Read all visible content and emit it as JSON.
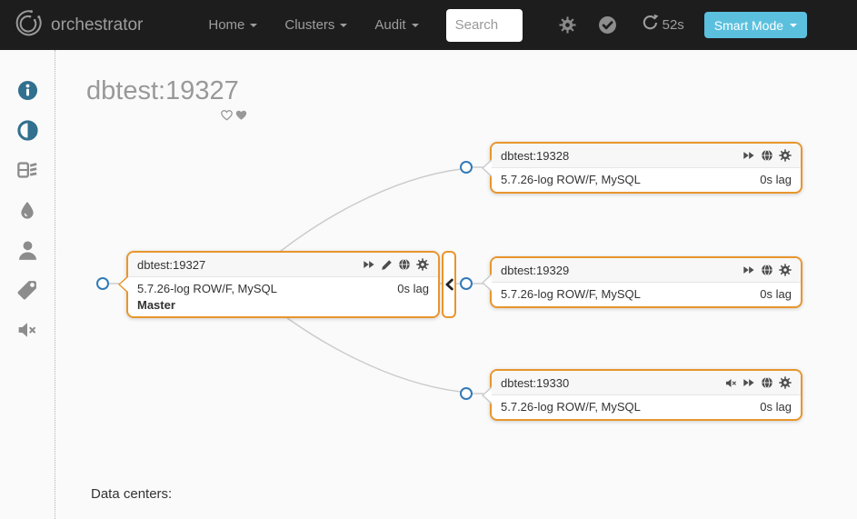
{
  "navbar": {
    "brand": "orchestrator",
    "items": [
      {
        "label": "Home"
      },
      {
        "label": "Clusters"
      },
      {
        "label": "Audit"
      }
    ],
    "search_placeholder": "Search",
    "refresh_countdown": "52s",
    "mode_button_label": "Smart Mode"
  },
  "sidebar": {
    "icons": [
      "info-icon",
      "adjust-icon",
      "database-compact-icon",
      "droplet-icon",
      "user-icon",
      "tag-icon",
      "mute-icon"
    ]
  },
  "page": {
    "title": "dbtest:19327",
    "data_centers_label": "Data centers:"
  },
  "cluster": {
    "master": {
      "name": "dbtest:19327",
      "version": "5.7.26-log ROW/F, MySQL",
      "lag": "0s lag",
      "role": "Master",
      "icons": [
        "fast-forward-icon",
        "pencil-icon",
        "globe-icon",
        "gear-icon"
      ]
    },
    "replicas": [
      {
        "name": "dbtest:19328",
        "version": "5.7.26-log ROW/F, MySQL",
        "lag": "0s lag",
        "icons": [
          "fast-forward-icon",
          "globe-icon",
          "gear-icon"
        ]
      },
      {
        "name": "dbtest:19329",
        "version": "5.7.26-log ROW/F, MySQL",
        "lag": "0s lag",
        "icons": [
          "fast-forward-icon",
          "globe-icon",
          "gear-icon"
        ]
      },
      {
        "name": "dbtest:19330",
        "version": "5.7.26-log ROW/F, MySQL",
        "lag": "0s lag",
        "icons": [
          "mute-icon",
          "fast-forward-icon",
          "globe-icon",
          "gear-icon"
        ]
      }
    ]
  },
  "colors": {
    "navbar_bg": "#1d1d1d",
    "node_border": "#e8962d",
    "connector_blue": "#337ab7",
    "edge_gray": "#cccccc",
    "smart_mode_bg": "#5bc0de",
    "sidebar_active": "#31708f",
    "muted_text": "#999999"
  }
}
